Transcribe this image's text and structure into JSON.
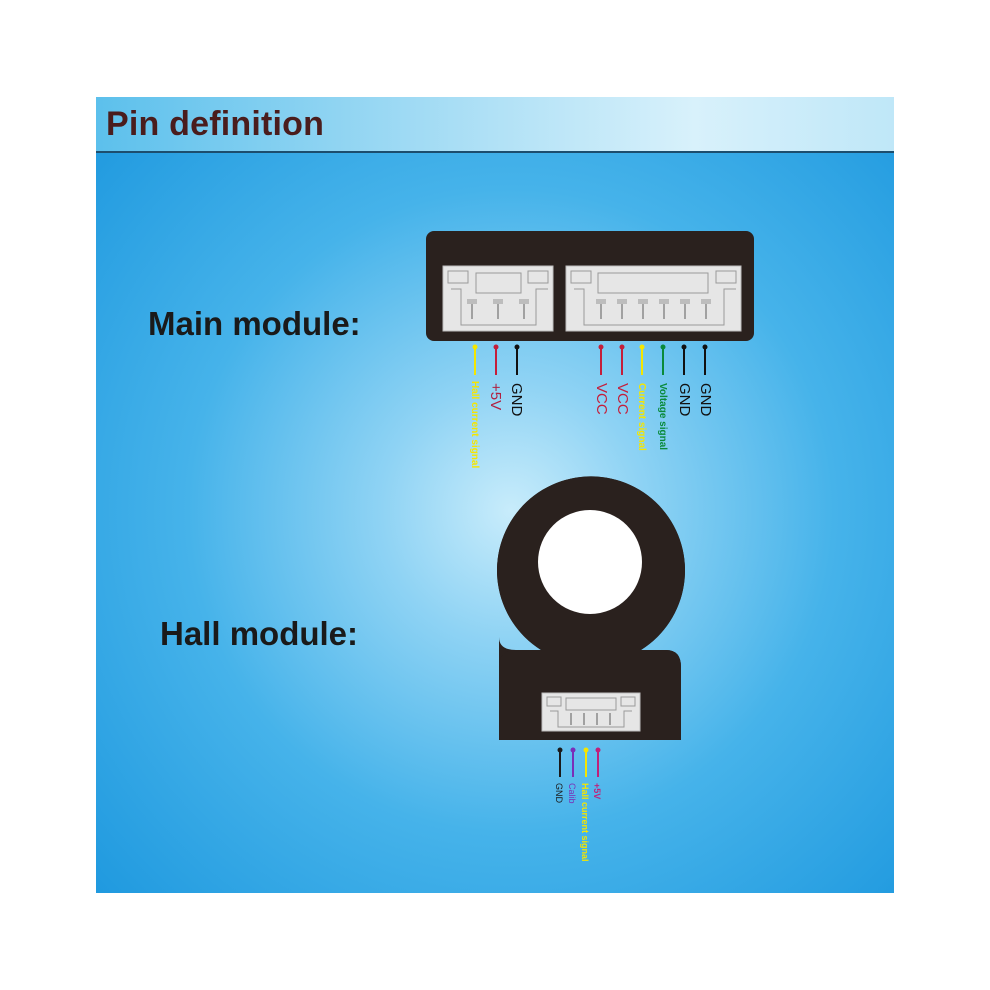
{
  "title": "Pin definition",
  "main_module": {
    "label": "Main module:",
    "left_connector_pins": [
      {
        "text": "Hall current signal",
        "color": "#f5e600"
      },
      {
        "text": "+5V",
        "color": "#b02040"
      },
      {
        "text": "GND",
        "color": "#111111"
      }
    ],
    "right_connector_pins": [
      {
        "text": "VCC",
        "color": "#c41e3a"
      },
      {
        "text": "VCC",
        "color": "#c41e3a"
      },
      {
        "text": "Current signal",
        "color": "#f5e600"
      },
      {
        "text": "Voltage signal",
        "color": "#0a8a3a"
      },
      {
        "text": "GND",
        "color": "#111111"
      },
      {
        "text": "GND",
        "color": "#111111"
      }
    ]
  },
  "hall_module": {
    "label": "Hall module:",
    "pins": [
      {
        "text": "GND",
        "color": "#1a1a1a"
      },
      {
        "text": "Calib",
        "color": "#7a2fb8"
      },
      {
        "text": "Hall current signal",
        "color": "#f5e600"
      },
      {
        "text": "+5V",
        "color": "#c0207a"
      }
    ]
  },
  "colors": {
    "module_body": "#2a211e",
    "connector": "#e6e6e6",
    "title_text": "#4a1d1d"
  }
}
